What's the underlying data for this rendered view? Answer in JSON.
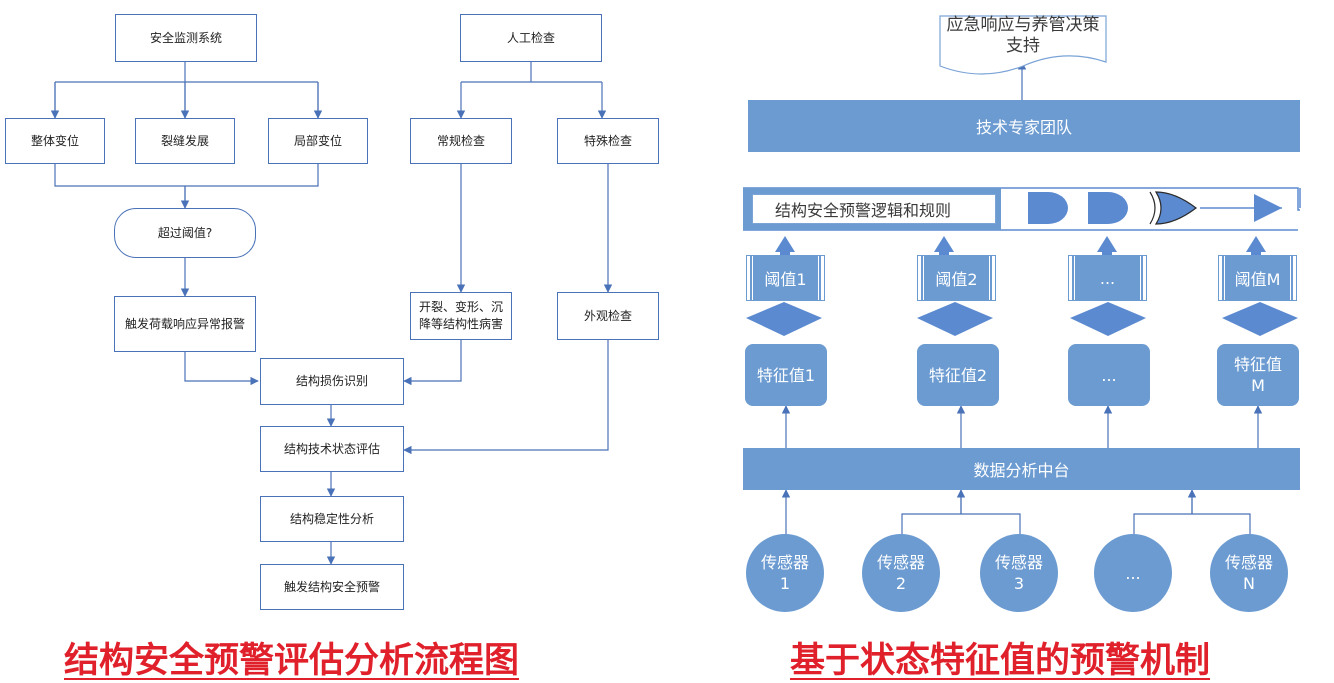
{
  "left_flowchart": {
    "safety_monitoring": "安全监测系统",
    "manual_inspection": "人工检查",
    "overall_deformation": "整体变位",
    "crack_development": "裂缝发展",
    "local_deformation": "局部变位",
    "routine_inspection": "常规检查",
    "special_inspection": "特殊检查",
    "exceed_threshold": "超过阈值?",
    "trigger_load_alarm": "触发荷载响应异常报警",
    "structural_defects": "开裂、变形、沉\n降等结构性病害",
    "appearance_inspection": "外观检查",
    "damage_identification": "结构损伤识别",
    "technical_assessment": "结构技术状态评估",
    "stability_analysis": "结构稳定性分析",
    "trigger_warning": "触发结构安全预警",
    "title": "结构安全预警评估分析流程图"
  },
  "right_diagram": {
    "decision_support": "应急响应与养管决策\n支持",
    "expert_team": "技术专家团队",
    "rules": "结构安全预警逻辑和规则",
    "thresholds": [
      "阈值1",
      "阈值2",
      "...",
      "阈值M"
    ],
    "features": [
      "特征值1",
      "特征值2",
      "...",
      "特征值\nM"
    ],
    "data_platform": "数据分析中台",
    "sensors": [
      "传感器\n1",
      "传感器\n2",
      "传感器\n3",
      "...",
      "传感器\nN"
    ],
    "title": "基于状态特征值的预警机制"
  },
  "colors": {
    "line": "#4a72b8",
    "fill": "#6b9bd1",
    "title": "#e0202a"
  }
}
